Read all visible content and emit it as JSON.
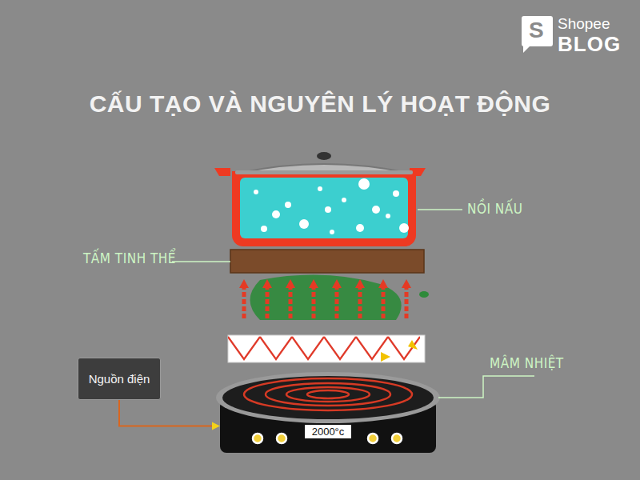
{
  "diagram": {
    "title": "CẤU TẠO VÀ NGUYÊN LÝ HOẠT ĐỘNG",
    "nodes": [
      {
        "text": [
          "Nguồn điện"
        ]
      },
      {
        "text": [
          "2000°c"
        ]
      }
    ],
    "edges": [
      {
        "from": 0,
        "to": 1,
        "arrow": "to"
      }
    ],
    "labels": [
      "S",
      "Shopee",
      "BLOG",
      "NỒI NẤU",
      "TẤM TINH THỂ",
      "MÂM NHIỆT"
    ]
  }
}
